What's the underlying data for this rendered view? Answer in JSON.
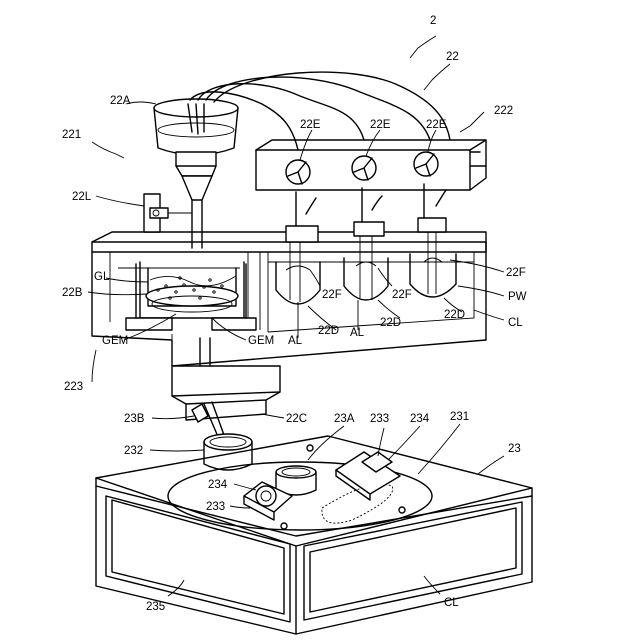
{
  "figure": {
    "labels": {
      "n2": "2",
      "n22": "22",
      "n222": "222",
      "n22A": "22A",
      "n221": "221",
      "n22E_1": "22E",
      "n22E_2": "22E",
      "n22E_3": "22E",
      "n22L": "22L",
      "nGL": "GL",
      "n22B": "22B",
      "nGEM_1": "GEM",
      "nGEM_2": "GEM",
      "n22F_1": "22F",
      "n22F_2": "22F",
      "n22F_3": "22F",
      "nPW": "PW",
      "n22D_1": "22D",
      "n22D_2": "22D",
      "n22D_3": "22D",
      "nAL_1": "AL",
      "nAL_2": "AL",
      "nCL_1": "CL",
      "n223": "223",
      "n23B": "23B",
      "n22C": "22C",
      "n23A": "23A",
      "n233_1": "233",
      "n234_1": "234",
      "n231": "231",
      "n232": "232",
      "n23": "23",
      "n234_2": "234",
      "n233_2": "233",
      "n235": "235",
      "nCL_2": "CL"
    }
  }
}
